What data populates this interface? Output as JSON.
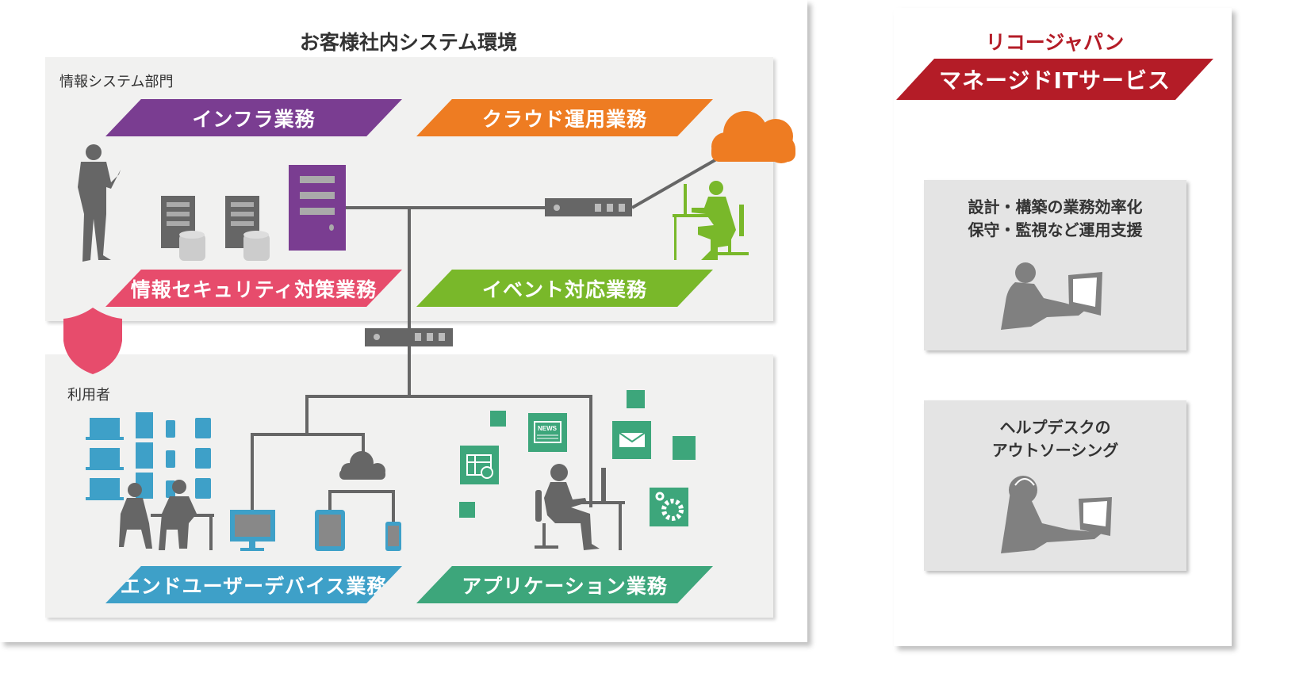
{
  "customer_env": {
    "title": "お客様社内システム環境",
    "it_dept": {
      "label": "情報システム部門",
      "banners": {
        "infra": "インフラ業務",
        "cloud_ops": "クラウド運用業務",
        "security": "情報セキュリティ対策業務",
        "event": "イベント対応業務"
      }
    },
    "users": {
      "label": "利用者",
      "banners": {
        "end_user_device": "エンドユーザーデバイス業務",
        "application": "アプリケーション業務"
      },
      "news_icon_text": "NEWS"
    }
  },
  "ricoh": {
    "company": "リコージャパン",
    "service_banner": "マネージドITサービス",
    "services": [
      {
        "lines": [
          "設計・構築の業務効率化",
          "保守・監視など運用支援"
        ]
      },
      {
        "lines": [
          "ヘルプデスクの",
          "アウトソーシング"
        ]
      }
    ]
  },
  "colors": {
    "infra": "#7a3d91",
    "cloud_ops": "#ee7c22",
    "security": "#e74c6c",
    "event": "#79b82a",
    "end_user_device": "#3ea0c8",
    "application": "#3da67b",
    "ricoh_red": "#b41c27",
    "line_gray": "#666666"
  }
}
